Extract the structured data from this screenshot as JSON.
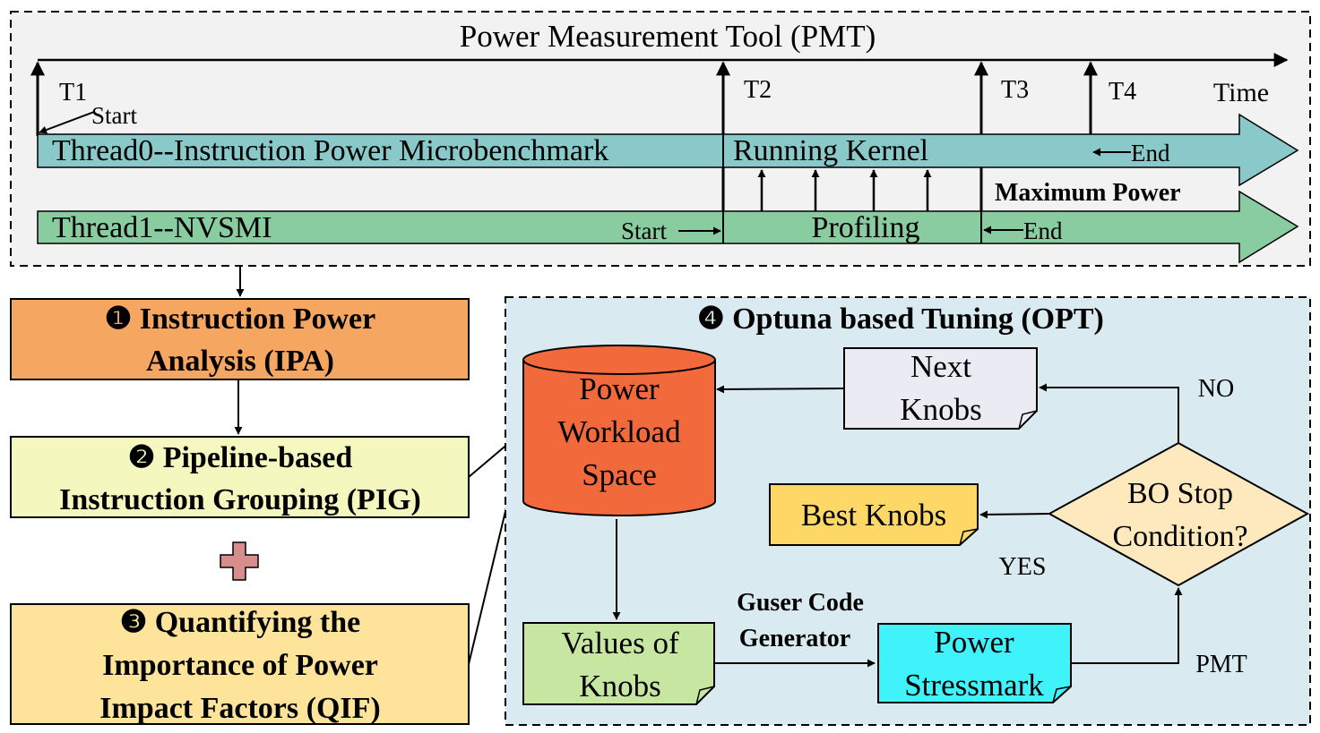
{
  "pmt": {
    "title": "Power Measurement Tool (PMT)",
    "time_label": "Time",
    "markers": [
      "T1",
      "T2",
      "T3",
      "T4"
    ],
    "start_label_t1": "Start",
    "thread0": {
      "label": "Thread0--Instruction Power Microbenchmark",
      "kernel_label": "Running Kernel",
      "end_label": "End",
      "max_power_label": "Maximum Power"
    },
    "thread1": {
      "label": "Thread1--NVSMI",
      "start_label": "Start",
      "profiling_label": "Profiling",
      "end_label": "End"
    }
  },
  "ipa": {
    "line1": "❶  Instruction Power",
    "line2": "Analysis (IPA)"
  },
  "pig": {
    "line1": "❷  Pipeline-based",
    "line2": "Instruction Grouping (PIG)"
  },
  "qif": {
    "line1": "❸  Quantifying the",
    "line2": "Importance of Power",
    "line3": "Impact Factors (QIF)"
  },
  "opt": {
    "title": "❹   Optuna based Tuning (OPT)",
    "workload": {
      "line1": "Power",
      "line2": "Workload",
      "line3": "Space"
    },
    "next_knobs": {
      "line1": "Next",
      "line2": "Knobs"
    },
    "best_knobs": "Best Knobs",
    "decision": {
      "line1": "BO Stop",
      "line2": "Condition?"
    },
    "no_label": "NO",
    "yes_label": "YES",
    "values": {
      "line1": "Values of",
      "line2": "Knobs"
    },
    "generator": {
      "line1": "Guser Code",
      "line2": "Generator"
    },
    "stressmark": {
      "line1": "Power",
      "line2": "Stressmark"
    },
    "pmt_label": "PMT"
  },
  "colors": {
    "pmt_bg": "#f2f2f2",
    "thread0_fill": "#8ac9c9",
    "thread1_fill": "#88cca0",
    "ipa_fill": "#f5a762",
    "pig_fill": "#f5f8be",
    "qif_fill": "#fde49a",
    "opt_bg": "#d9eaf1",
    "workload_fill": "#f26a3c",
    "next_knobs_fill": "#ebebf3",
    "best_knobs_fill": "#fdd867",
    "decision_fill": "#fde9bd",
    "values_fill": "#c6e6a1",
    "stressmark_fill": "#40f2f9",
    "plus_fill": "#d98c8c"
  }
}
